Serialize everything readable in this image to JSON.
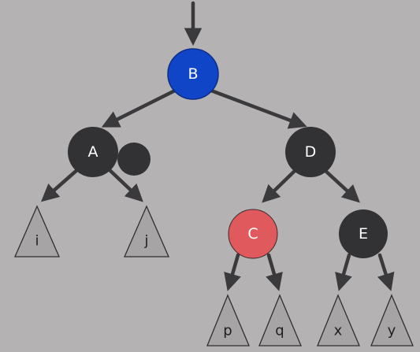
{
  "colors": {
    "background": "#b4b2b3",
    "edge": "#3a393b",
    "black_node": "#323133",
    "red_node": "#e0595d",
    "blue_node": "#1045c8",
    "blue_stroke": "#0b2e86",
    "leaf_fill": "#a6a4a5"
  },
  "nodes": {
    "B": {
      "label": "B",
      "color": "blue"
    },
    "A": {
      "label": "A",
      "color": "black"
    },
    "D": {
      "label": "D",
      "color": "black"
    },
    "C": {
      "label": "C",
      "color": "red"
    },
    "E": {
      "label": "E",
      "color": "black"
    },
    "extra_black": {
      "label": "",
      "color": "black"
    }
  },
  "subtrees": {
    "i": {
      "label": "i"
    },
    "j": {
      "label": "j"
    },
    "p": {
      "label": "p"
    },
    "q": {
      "label": "q"
    },
    "x": {
      "label": "x"
    },
    "y": {
      "label": "y"
    }
  },
  "edges": [
    [
      "root-pointer",
      "B"
    ],
    [
      "B",
      "A"
    ],
    [
      "B",
      "D"
    ],
    [
      "A",
      "i"
    ],
    [
      "A",
      "j"
    ],
    [
      "D",
      "C"
    ],
    [
      "D",
      "E"
    ],
    [
      "C",
      "p"
    ],
    [
      "C",
      "q"
    ],
    [
      "E",
      "x"
    ],
    [
      "E",
      "y"
    ]
  ]
}
